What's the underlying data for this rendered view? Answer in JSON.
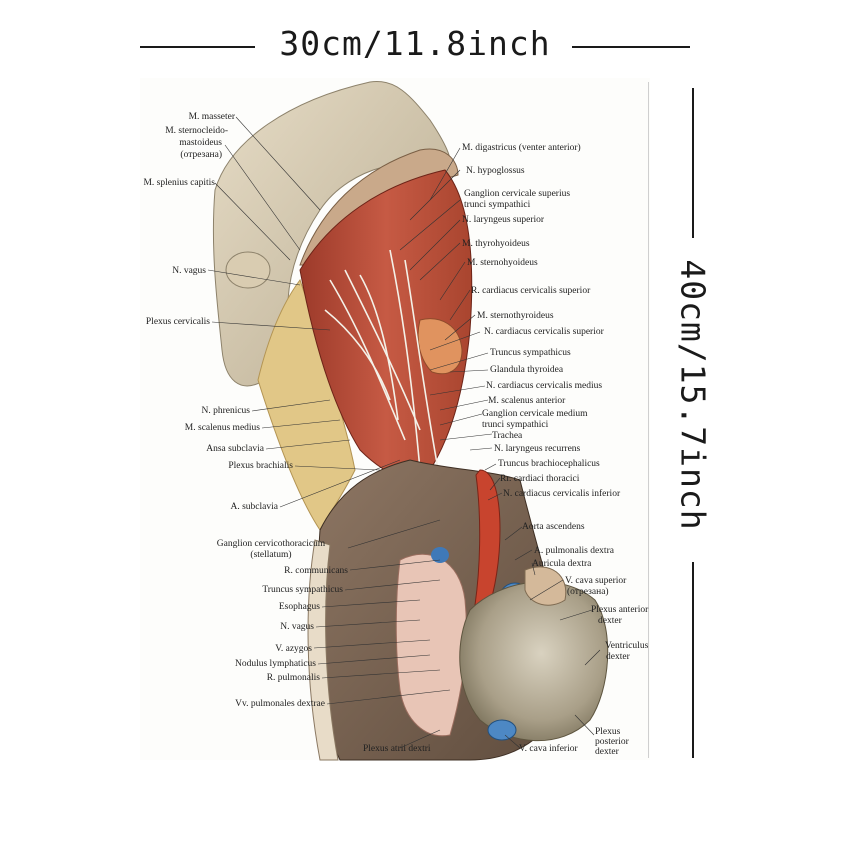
{
  "dimensions": {
    "width_label": "30cm/11.8inch",
    "height_label": "40cm/15.7inch"
  },
  "poster": {
    "illustration": "anatomical-neck-thorax-dissection",
    "labels_left": {
      "m_masseter": "M. masseter",
      "m_sternocleido_1": "M. sternocleido-",
      "m_sternocleido_2": "mastoideus",
      "m_sternocleido_3": "(отрезана)",
      "m_splenius_capitis": "M. splenius capitis",
      "n_vagus_upper": "N. vagus",
      "plexus_cervicalis": "Plexus cervicalis",
      "n_phrenicus": "N. phrenicus",
      "m_scalenus_medius": "M. scalenus medius",
      "ansa_subclavia": "Ansa subclavia",
      "plexus_brachialis": "Plexus brachialis",
      "a_subclavia": "A. subclavia",
      "ganglion_cervicothoracicum_1": "Ganglion cervicothoracicum",
      "ganglion_cervicothoracicum_2": "(stellatum)",
      "r_communicans": "R. communicans",
      "truncus_sympathicus_lower": "Truncus sympathicus",
      "esophagus": "Esophagus",
      "n_vagus_lower": "N. vagus",
      "v_azygos": "V. azygos",
      "nodulus_lymphaticus": "Nodulus lymphaticus",
      "r_pulmonalis": "R. pulmonalis",
      "vv_pulmonales_dextrae": "Vv. pulmonales dextrae",
      "plexus_atrii_dextri": "Plexus atrii dextri"
    },
    "labels_right": {
      "m_digastricus": "M. digastricus (venter anterior)",
      "n_hypoglossus": "N. hypoglossus",
      "ganglion_cervicale_superius_1": "Ganglion cervicale superius",
      "ganglion_cervicale_superius_2": "trunci sympathici",
      "n_laryngeus_superior": "N. laryngeus superior",
      "m_thyrohyoideus": "M. thyrohyoideus",
      "m_sternohyoideus": "M. sternohyoideus",
      "r_cardiacus_cervicalis_superior": "R. cardiacus cervicalis superior",
      "m_sternothyroideus": "M. sternothyroideus",
      "n_cardiacus_cervicalis_superior": "N. cardiacus cervicalis superior",
      "truncus_sympathicus": "Truncus sympathicus",
      "glandula_thyroidea": "Glandula thyroidea",
      "n_cardiacus_cervicalis_medius": "N. cardiacus cervicalis medius",
      "m_scalenus_anterior": "M. scalenus anterior",
      "ganglion_cervicale_medium_1": "Ganglion cervicale medium",
      "ganglion_cervicale_medium_2": "trunci sympathici",
      "trachea": "Trachea",
      "n_laryngeus_recurrens": "N. laryngeus recurrens",
      "truncus_brachiocephalicus": "Truncus brachiocephalicus",
      "rr_cardiaci_thoracici": "Rr. cardiaci thoracici",
      "n_cardiacus_cervicalis_inferior": "N. cardiacus cervicalis inferior",
      "aorta_ascendens": "Aorta ascendens",
      "a_pulmonalis_dextra": "A. pulmonalis dextra",
      "auricula_dextra": "Auricula dextra",
      "v_cava_superior_1": "V. cava superior",
      "v_cava_superior_2": "(отрезана)",
      "plexus_anterior_1": "Plexus anterior",
      "plexus_anterior_2": "dexter",
      "ventriculus_1": "Ventriculus",
      "ventriculus_2": "dexter",
      "plexus_posterior_1": "Plexus",
      "plexus_posterior_2": "posterior",
      "plexus_posterior_3": "dexter",
      "v_cava_inferior": "V. cava inferior"
    }
  }
}
